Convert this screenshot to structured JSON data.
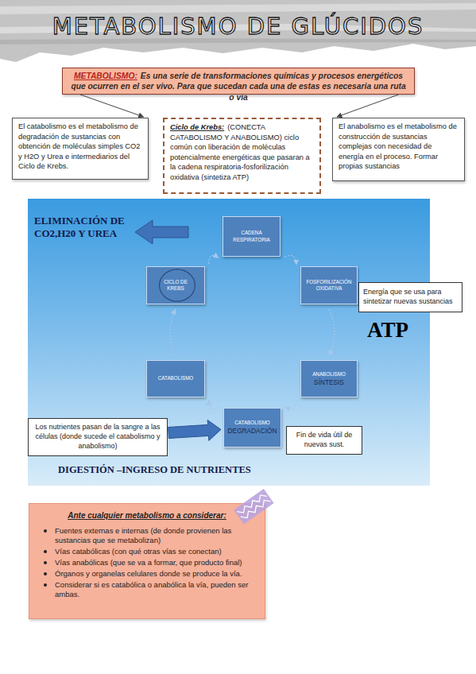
{
  "diagram": {
    "title": "METABOLISMO DE GLÚCIDOS",
    "nodes": [
      {
        "text": [
          "METABOLISMO:",
          "Es una serie de transformaciones químicas y procesos energéticos que ocurren en el ser vivo. Para que sucedan cada una de estas es necesaria una ruta o vía"
        ]
      },
      {
        "text": [
          "El catabolismo es el metabolismo de degradación de sustancias con obtención de moléculas simples CO2 y H2O y Urea e intermediarios del Ciclo de Krebs."
        ]
      },
      {
        "text": [
          "Ciclo de Krebs:",
          "(CONECTA CATABOLISMO Y ANABOLISMO) ciclo común con liberación de moléculas potencialmente energéticas que pasaran a la cadena respiratoria-fosforilización oxidativa (sintetiza ATP)"
        ]
      },
      {
        "text": [
          "El anabolismo es el metabolismo de construcción de sustancias complejas con necesidad de energía en el proceso. Formar propias sustancias"
        ]
      },
      {
        "text": [
          "ELIMINACIÓN DE CO2,H20 Y UREA",
          "ATP",
          "DIGESTIÓN –INGRESO DE NUTRIENTES"
        ]
      },
      {
        "text": [
          "CADENA RESPIRATORIA"
        ],
        "in": 4
      },
      {
        "text": [
          "FOSFORILIZACIÓN OXIDATIVA"
        ],
        "in": 4
      },
      {
        "text": [
          "ANABOLISMO",
          "SÍNTESIS"
        ],
        "in": 4
      },
      {
        "text": [
          "CATABOLISMO",
          "DEGRADACIÓN"
        ],
        "in": 4
      },
      {
        "text": [
          "CATABOLISMO"
        ],
        "in": 4
      },
      {
        "text": [
          "CICLO DE KREBS"
        ],
        "in": 4
      },
      {
        "text": [
          "Energía que se usa para sintetizar nuevas sustancias"
        ],
        "in": 4
      },
      {
        "text": [
          "Los nutrientes pasan de la sangre a las células (donde sucede el catabolismo y anabolismo)"
        ],
        "in": 4
      },
      {
        "text": [
          "Fin de vida útil de nuevas sust."
        ],
        "in": 4
      },
      {
        "text": [
          "Ante cualquier metabolismo a considerar:",
          "Fuentes externas e internas (de donde provienen las sustancias que se metabolizan)",
          "Vías catabólicas (con qué otras vías se conectan)",
          "Vías anabólicas (que se va a formar, que producto final)",
          "Órganos y organelas celulares donde se produce la vía.",
          "Considerar si es catabólica o anabólica la vía, pueden ser ambas."
        ]
      }
    ],
    "edges": [
      {
        "from": 0,
        "to": 1,
        "arrow": "to"
      },
      {
        "from": 0,
        "to": 3,
        "arrow": "to"
      },
      {
        "from": 5,
        "to": 6,
        "arrow": "to"
      },
      {
        "from": 6,
        "to": 7,
        "arrow": "to"
      },
      {
        "from": 7,
        "to": 8,
        "arrow": "to"
      },
      {
        "from": 8,
        "to": 9,
        "arrow": "to"
      },
      {
        "from": 9,
        "to": 10,
        "arrow": "to"
      },
      {
        "from": 10,
        "to": 5,
        "arrow": "to"
      },
      {
        "from": 12,
        "to": 8,
        "arrow": "to"
      }
    ]
  }
}
